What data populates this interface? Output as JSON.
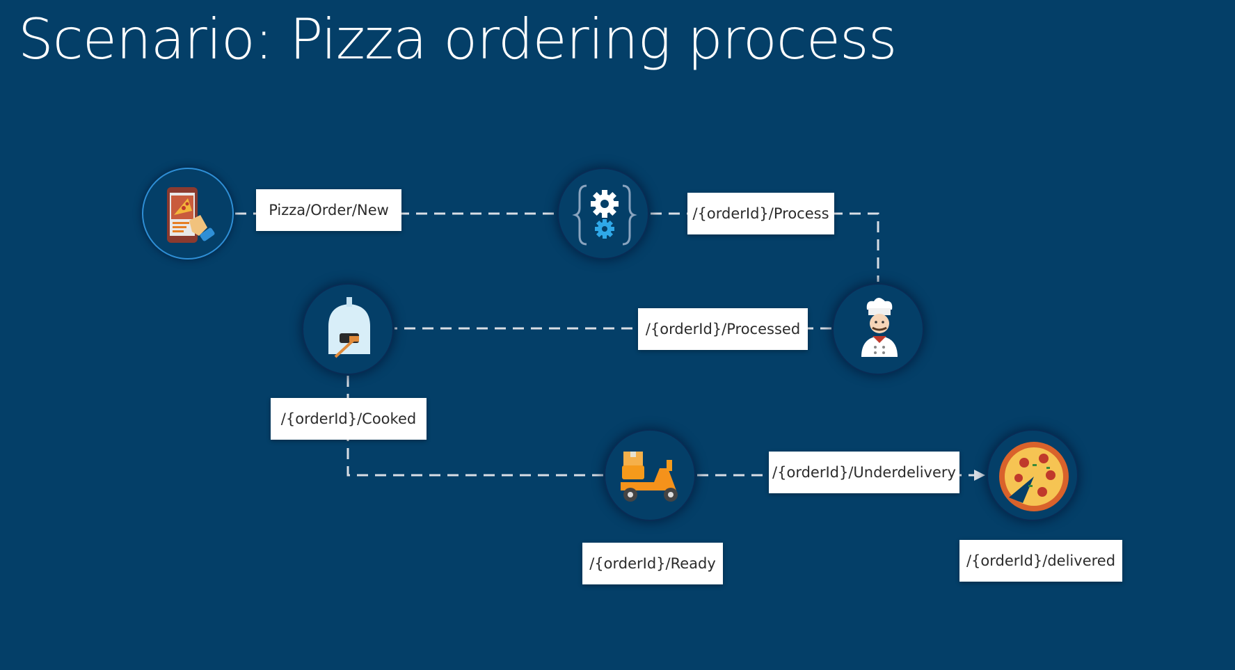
{
  "title": "Scenario: Pizza ordering process",
  "colors": {
    "background": "#043f68",
    "connector": "#d9dee5",
    "label_bg": "#ffffff"
  },
  "nodes": [
    {
      "name": "mobile-order-icon",
      "role": "customer orders pizza on phone"
    },
    {
      "name": "function-gear-icon",
      "role": "order processing service"
    },
    {
      "name": "chef-icon",
      "role": "chef"
    },
    {
      "name": "pizza-oven-icon",
      "role": "oven"
    },
    {
      "name": "delivery-scooter-icon",
      "role": "delivery"
    },
    {
      "name": "pizza-icon",
      "role": "delivered pizza"
    }
  ],
  "labels": {
    "new_order": "Pizza/Order/New",
    "process": "/{orderId}/Process",
    "processed": "/{orderId}/Processed",
    "cooked": "/{orderId}/Cooked",
    "ready": "/{orderId}/Ready",
    "underdelivery": "/{orderId}/Underdelivery",
    "delivered": "/{orderId}/delivered"
  }
}
